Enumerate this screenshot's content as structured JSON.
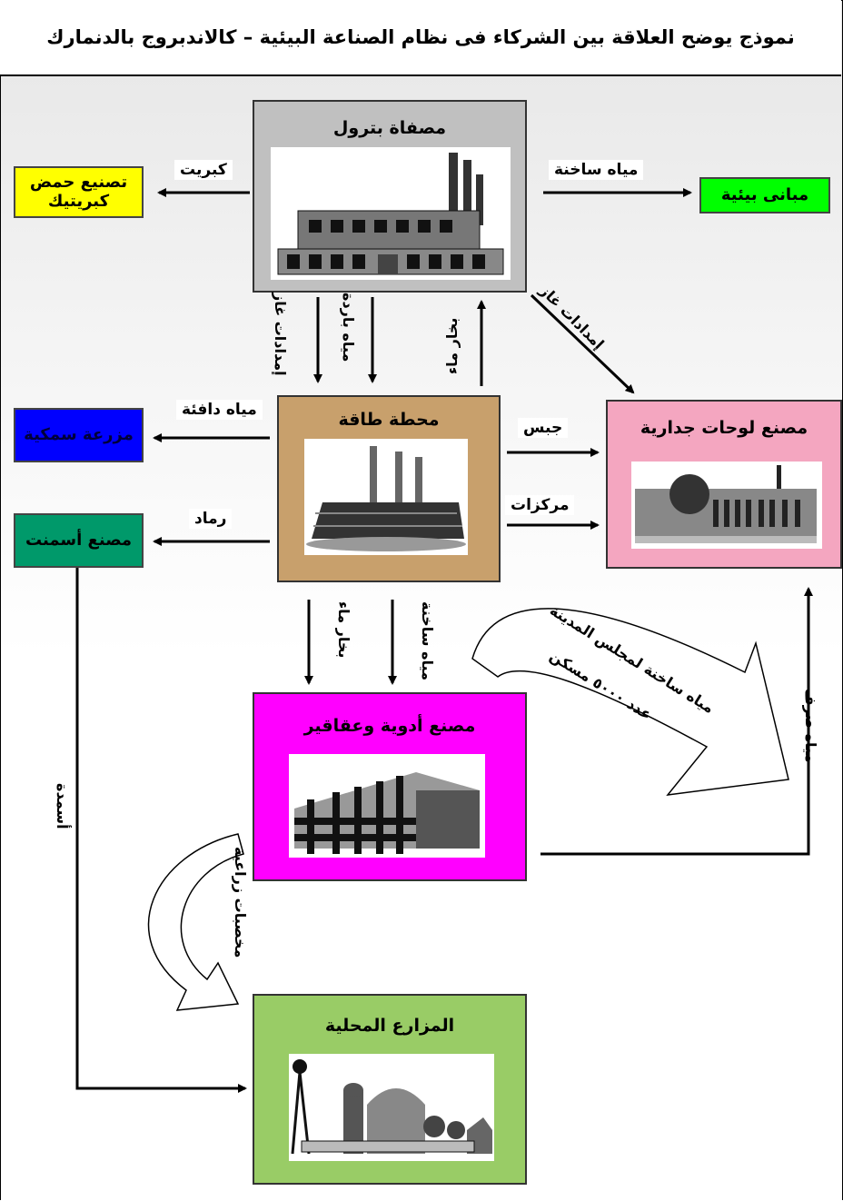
{
  "title": "نموذج يوضح العلاقة بين الشركاء فى نظام الصناعة البيئية – كالاندبروج بالدنمارك",
  "nodes": {
    "refinery": "مصفاة بترول",
    "power_station": "محطة طاقة",
    "wallboard_factory": "مصنع لوحات جدارية",
    "pharma_factory": "مصنع أدوية وعقاقير",
    "local_farms": "المزارع المحلية",
    "sulfuric_acid": "تصنيع حمض كبريتيك",
    "environmental_buildings": "مبانى بيئية",
    "fish_farm": "مزرعة سمكية",
    "cement_factory": "مصنع أسمنت"
  },
  "flows": {
    "sulfur": "كبريت",
    "hot_water_buildings": "مياه ساخنة",
    "gas_supply_power": "إمدادات غاز",
    "cold_water": "مياه باردة",
    "steam_to_refinery": "بخار ماء",
    "gas_supply_wallboard": "إمدادات غاز",
    "warm_water": "مياه دافئة",
    "ash": "رماد",
    "gypsum": "جبس",
    "concentrates": "مركزات",
    "steam_to_pharma": "بخار ماء",
    "hot_water_pharma": "مياه ساخنة",
    "city_hot_water_line1": "مياه ساخنة لمجلس المدينة",
    "city_hot_water_line2": "عدد ٥٠٠٠ مسكن",
    "waste_water": "مياه صرف",
    "fertilizers": "أسمدة",
    "agri_fertilizers": "مخصبات زراعية"
  },
  "colors": {
    "refinery": "#c0c0c0",
    "power_station": "#c8a06c",
    "wallboard_factory": "#f4a6c0",
    "pharma_factory": "#ff00ff",
    "local_farms": "#99cc66",
    "sulfuric_acid": "#ffff00",
    "environmental_buildings": "#00ff00",
    "fish_farm": "#0000ff",
    "cement_factory": "#00996a"
  },
  "icons": [
    "refinery-building-icon",
    "power-plant-icon",
    "factory-icon",
    "pharma-building-icon",
    "farm-icon"
  ]
}
